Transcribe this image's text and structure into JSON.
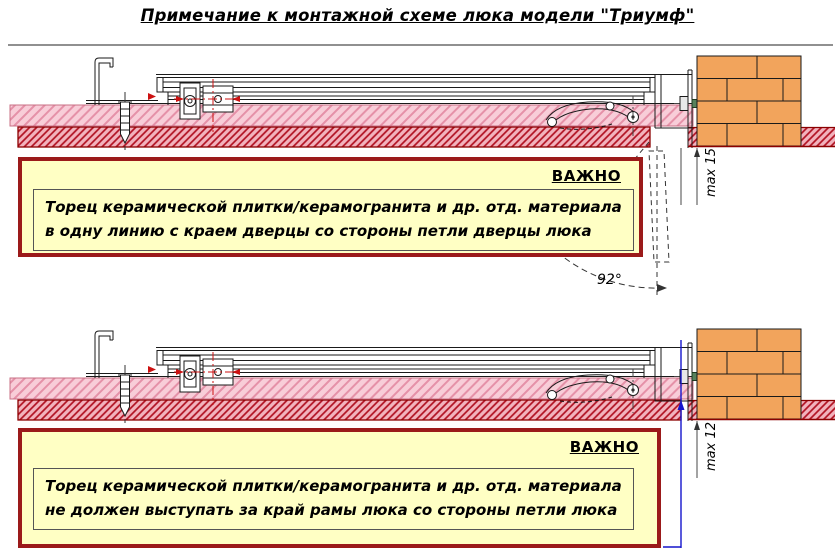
{
  "title": "Примечание к монтажной схеме люка модели \"Триумф\"",
  "note_top": {
    "badge": "ВАЖНО",
    "line1": "Торец керамической плитки/керамогранита и др. отд. материала",
    "line2": "в одну линию с краем дверцы со стороны петли дверцы люка"
  },
  "note_bottom": {
    "badge": "ВАЖНО",
    "line1": "Торец керамической плитки/керамогранита и др. отд. материала",
    "line2": "не должен выступать за край рамы люка со стороны петли люка"
  },
  "dims": {
    "top": "max 15",
    "bottom": "max 12",
    "angle": "92°"
  },
  "colors": {
    "note_bg": "#ffffc4",
    "note_border": "#9b1a1a",
    "hatch_red": "#b01020",
    "hatch_pink": "#e591a8",
    "band_red_edge": "#8b0000",
    "brick": "#f2a45c",
    "bolt_green": "#57815b",
    "centerline_red": "#cc1111",
    "flush_blue": "#1515cc"
  }
}
